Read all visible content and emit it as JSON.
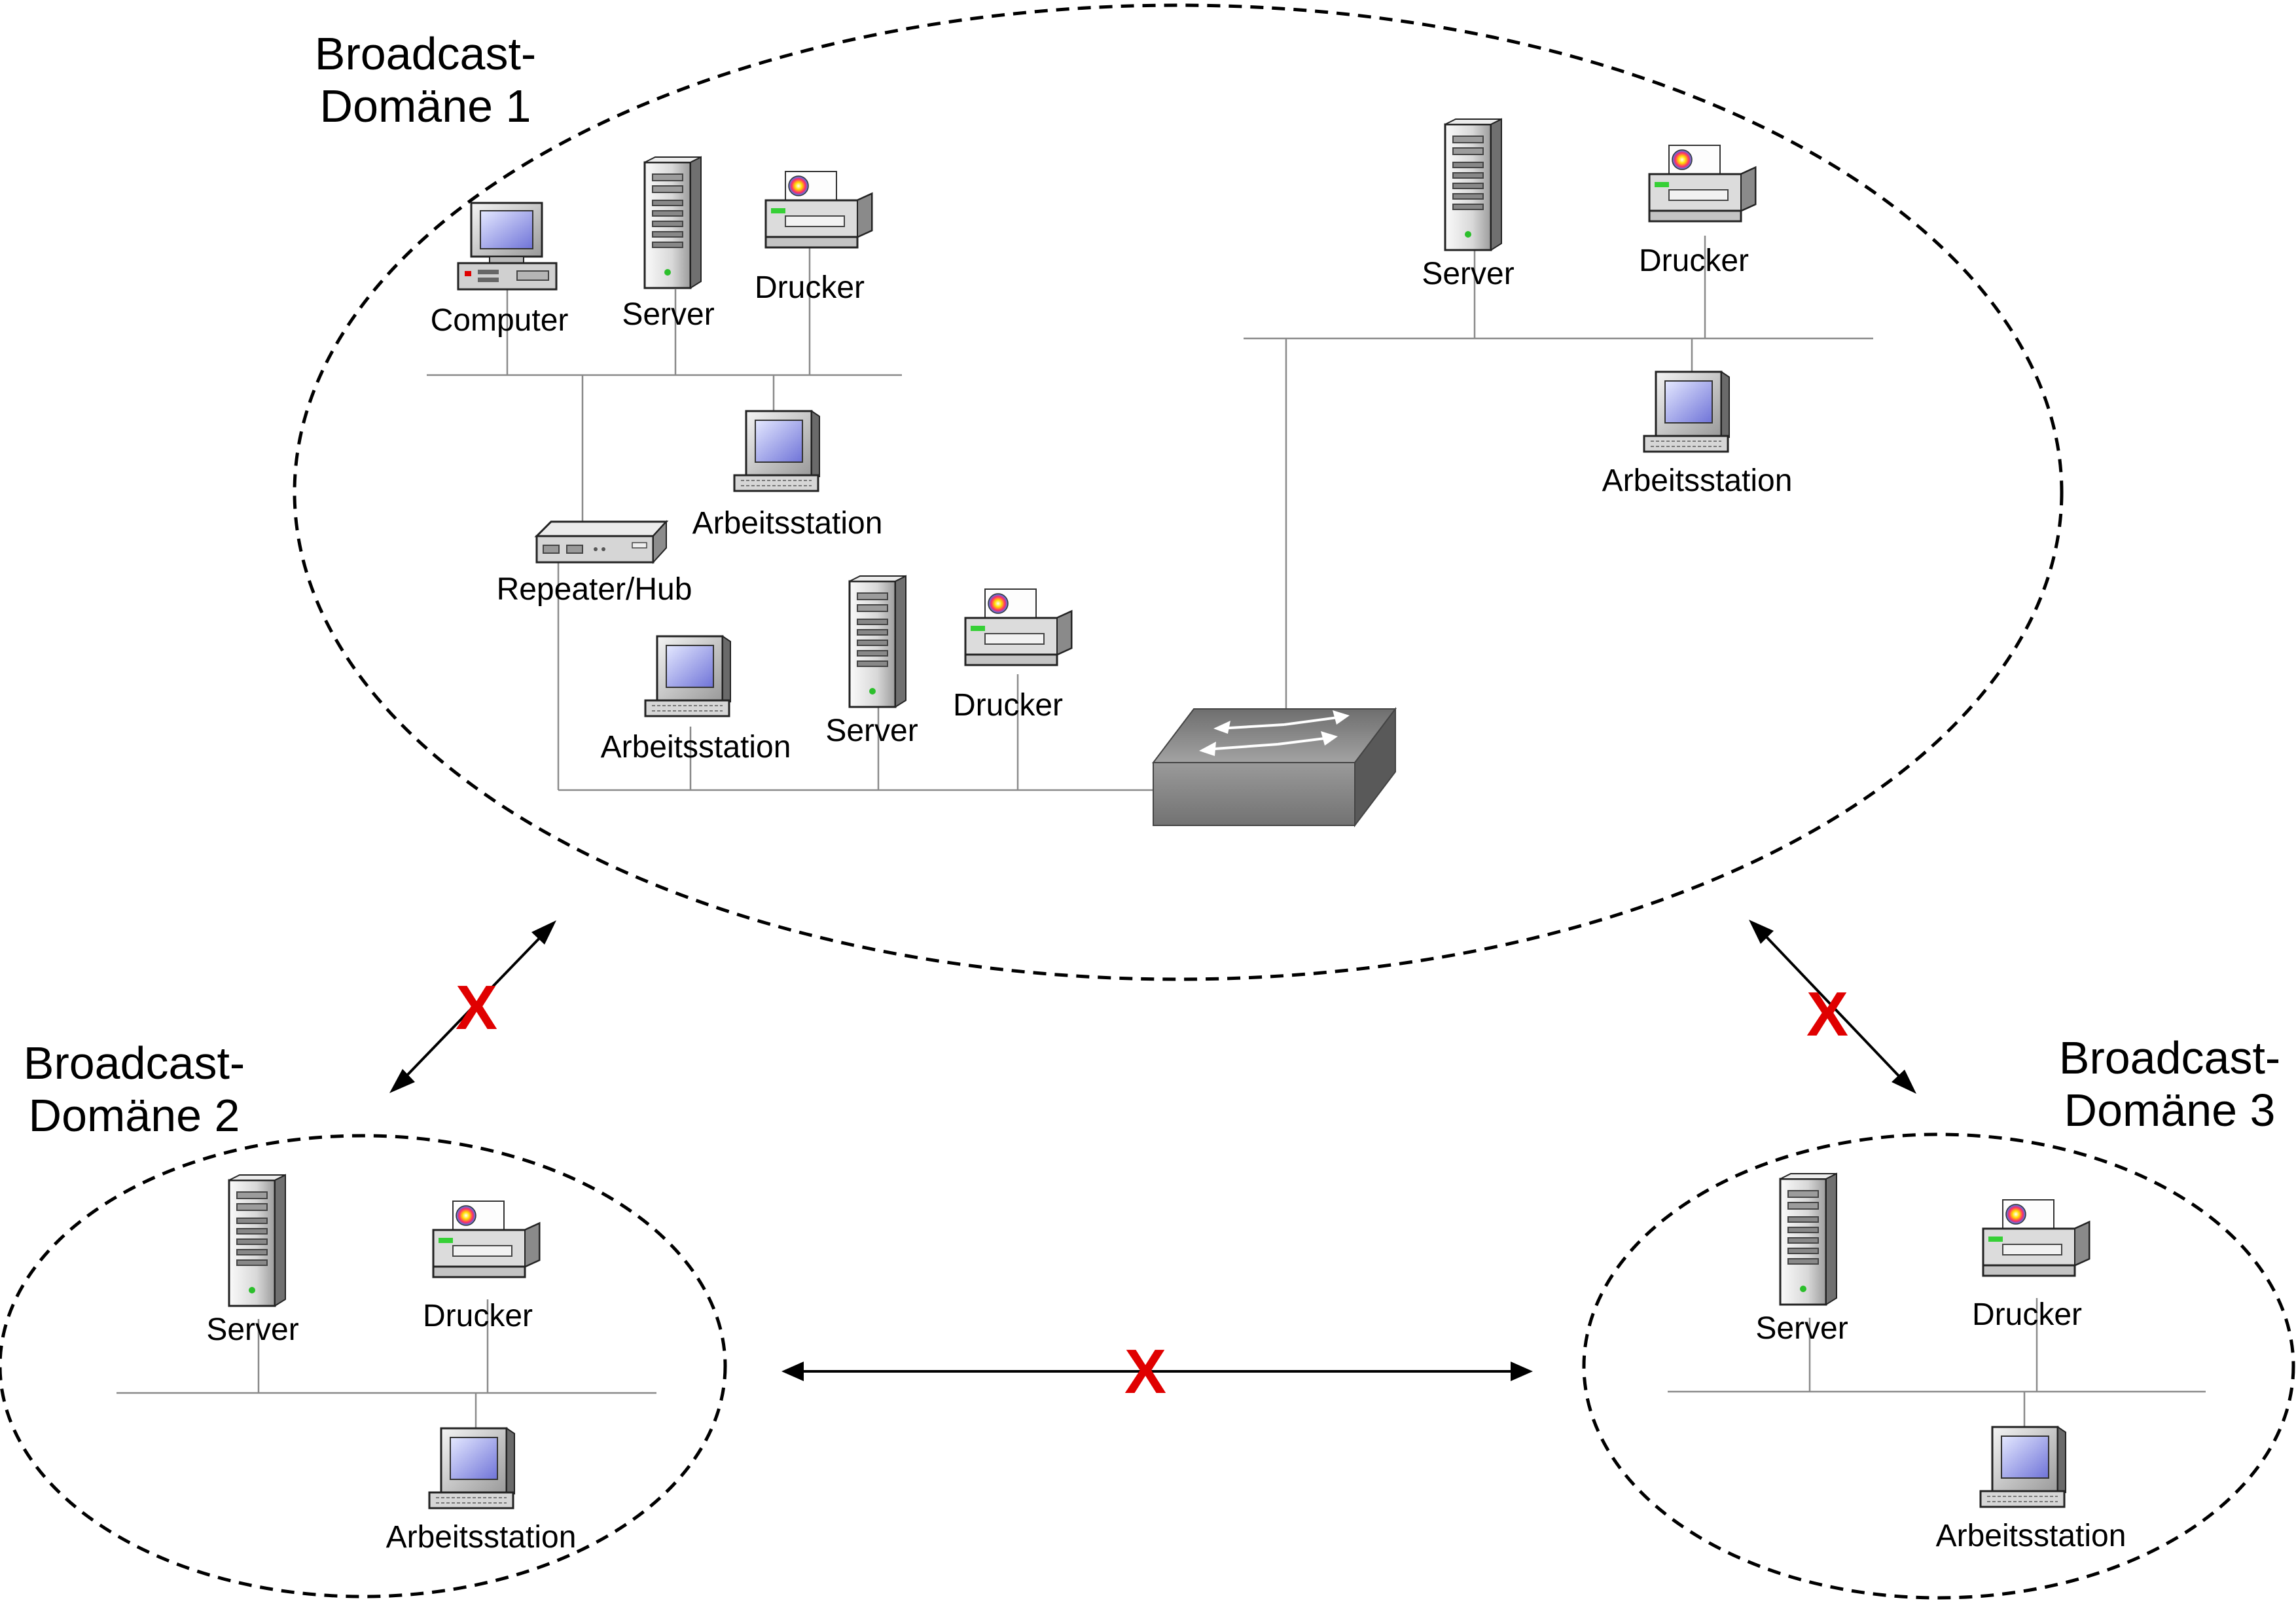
{
  "domains": [
    {
      "title_line1": "Broadcast-",
      "title_line2": "Domäne 1"
    },
    {
      "title_line1": "Broadcast-",
      "title_line2": "Domäne 2"
    },
    {
      "title_line1": "Broadcast-",
      "title_line2": "Domäne 3"
    }
  ],
  "labels": {
    "d1_computer": "Computer",
    "d1_server_a": "Server",
    "d1_drucker_a": "Drucker",
    "d1_arbeitsstation_a": "Arbeitsstation",
    "d1_repeater": "Repeater/Hub",
    "d1_arbeitsstation_b": "Arbeitsstation",
    "d1_server_b": "Server",
    "d1_drucker_b": "Drucker",
    "d1_server_c": "Server",
    "d1_drucker_c": "Drucker",
    "d1_arbeitsstation_c": "Arbeitsstation",
    "d2_server": "Server",
    "d2_drucker": "Drucker",
    "d2_arbeitsstation": "Arbeitsstation",
    "d3_server": "Server",
    "d3_drucker": "Drucker",
    "d3_arbeitsstation": "Arbeitsstation"
  },
  "blocked_marker": "X",
  "icons": {
    "workstation": "workstation-icon",
    "computer": "desktop-computer-icon",
    "server": "tower-server-icon",
    "printer": "printer-icon",
    "hub": "repeater-hub-icon",
    "switch": "network-switch-icon"
  },
  "colors": {
    "blocked": "#e00000",
    "boundary": "#000000",
    "cable": "#8a8a8a"
  }
}
